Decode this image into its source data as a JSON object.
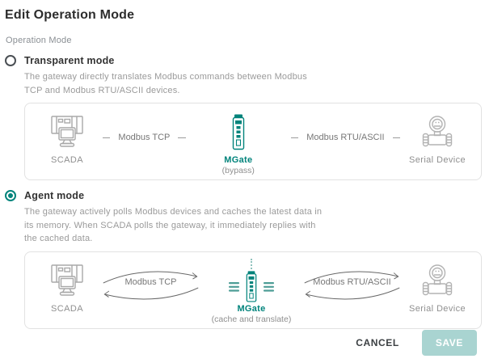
{
  "dialog": {
    "title": "Edit Operation Mode",
    "section_label": "Operation Mode",
    "footer": {
      "cancel_label": "CANCEL",
      "save_label": "SAVE"
    },
    "colors": {
      "accent": "#00837b",
      "save_bg": "#a9d4d1",
      "icon_gray": "#a9a9a9"
    },
    "options": [
      {
        "label": "Transparent mode",
        "selected": false,
        "description_lines": [
          "The gateway directly translates Modbus commands between Modbus",
          "TCP and Modbus RTU/ASCII devices."
        ],
        "diagram": {
          "scada_label": "SCADA",
          "tcp_link_label": "Modbus TCP",
          "mgate_label": "MGate",
          "mgate_sub_label": "(bypass)",
          "rtu_link_label": "Modbus RTU/ASCII",
          "serial_label": "Serial Device"
        }
      },
      {
        "label": "Agent mode",
        "selected": true,
        "description_lines": [
          "The gateway actively polls Modbus devices and caches the latest data in",
          "its memory. When SCADA polls the gateway, it immediately replies with",
          "the cached data."
        ],
        "diagram": {
          "scada_label": "SCADA",
          "tcp_link_label": "Modbus TCP",
          "mgate_label": "MGate",
          "mgate_sub_label": "(cache and translate)",
          "rtu_link_label": "Modbus RTU/ASCII",
          "serial_label": "Serial Device"
        }
      }
    ]
  }
}
